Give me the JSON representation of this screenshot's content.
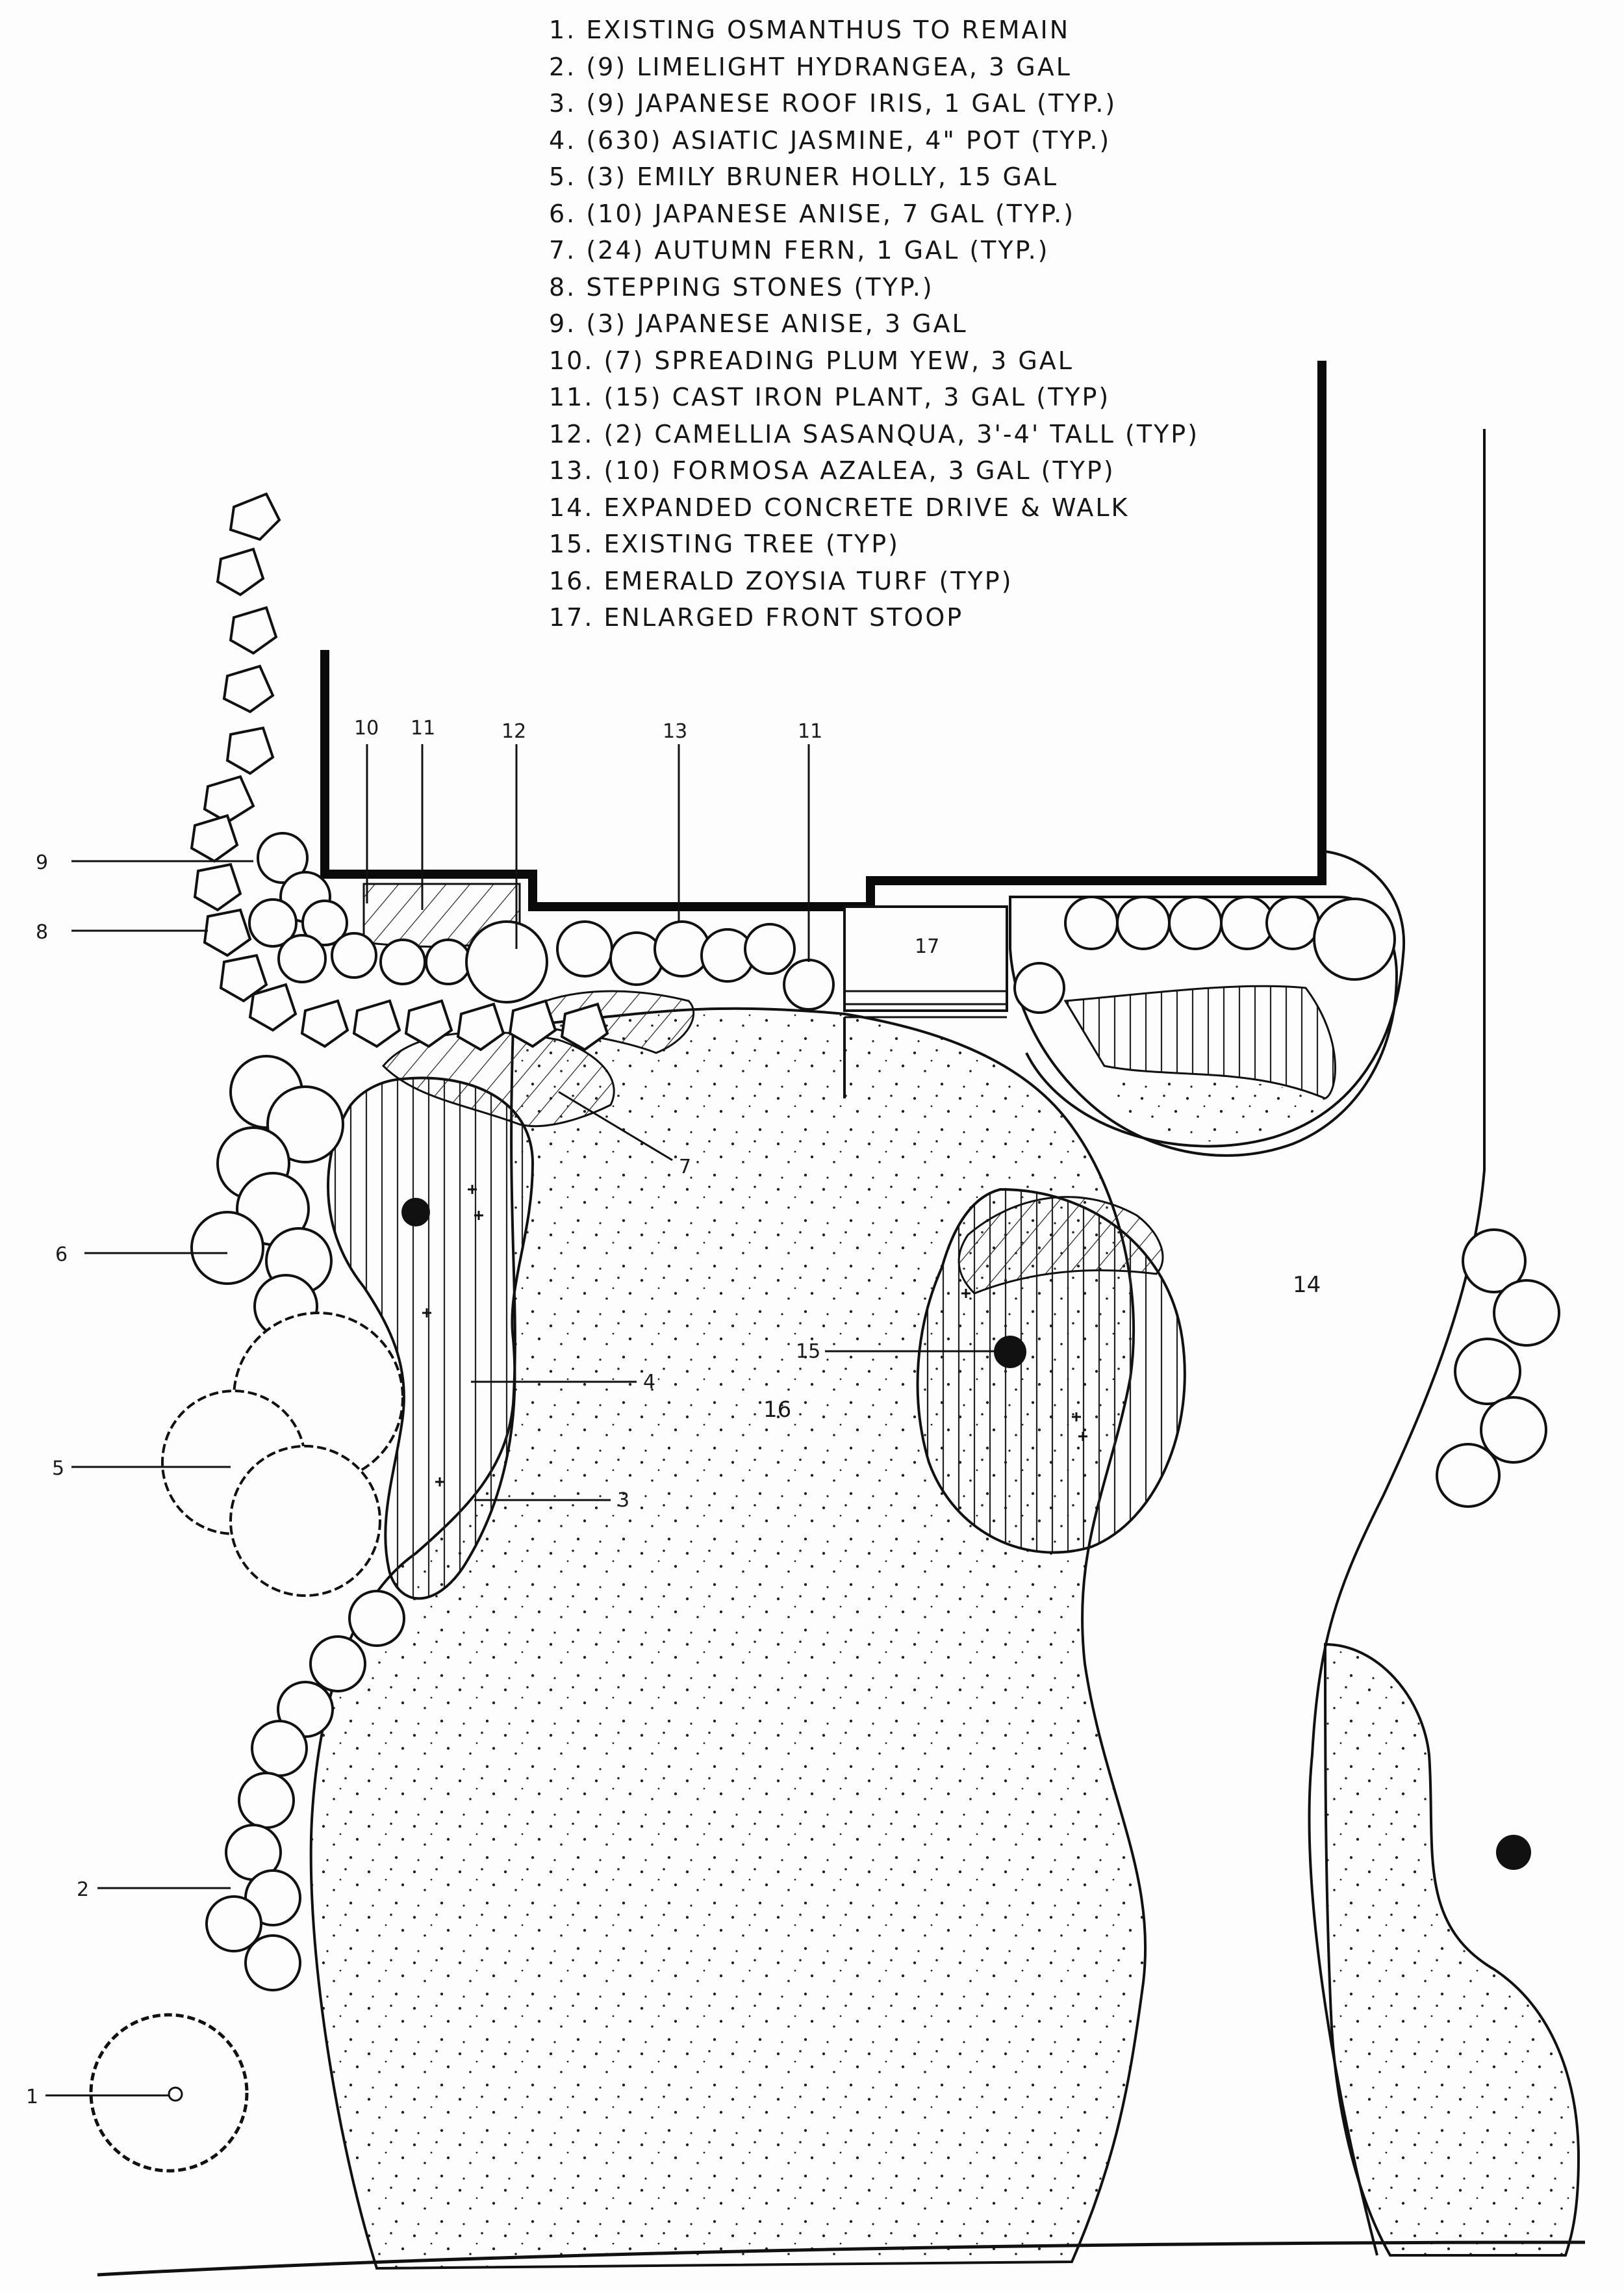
{
  "legend": [
    "1. Existing Osmanthus to remain",
    "2. (9) Limelight Hydrangea, 3 gal",
    "3. (9) Japanese Roof Iris, 1 gal (typ.)",
    "4. (630) Asiatic Jasmine, 4\" pot (typ.)",
    "5. (3) Emily Bruner Holly, 15 gal",
    "6. (10) Japanese Anise, 7 gal (typ.)",
    "7. (24) Autumn Fern, 1 gal (typ.)",
    "8. Stepping stones (typ.)",
    "9. (3) Japanese Anise, 3 gal",
    "10. (7) Spreading Plum Yew, 3 gal",
    "11. (15) Cast Iron Plant, 3 gal (typ)",
    "12. (2) Camellia Sasanqua, 3'-4' tall (typ)",
    "13. (10) Formosa Azalea, 3 gal (typ)",
    "14. Expanded concrete drive & walk",
    "15. Existing tree (typ)",
    "16. Emerald Zoysia turf (typ)",
    "17. Enlarged front stoop"
  ],
  "callouts": {
    "c1": "1",
    "c2": "2",
    "c3": "3",
    "c4": "4",
    "c5": "5",
    "c6": "6",
    "c7": "7",
    "c8": "8",
    "c9": "9",
    "c10": "10",
    "c11a": "11",
    "c11b": "11",
    "c12": "12",
    "c13": "13",
    "c14": "14",
    "c15": "15",
    "c16": "16",
    "c17": "17"
  }
}
